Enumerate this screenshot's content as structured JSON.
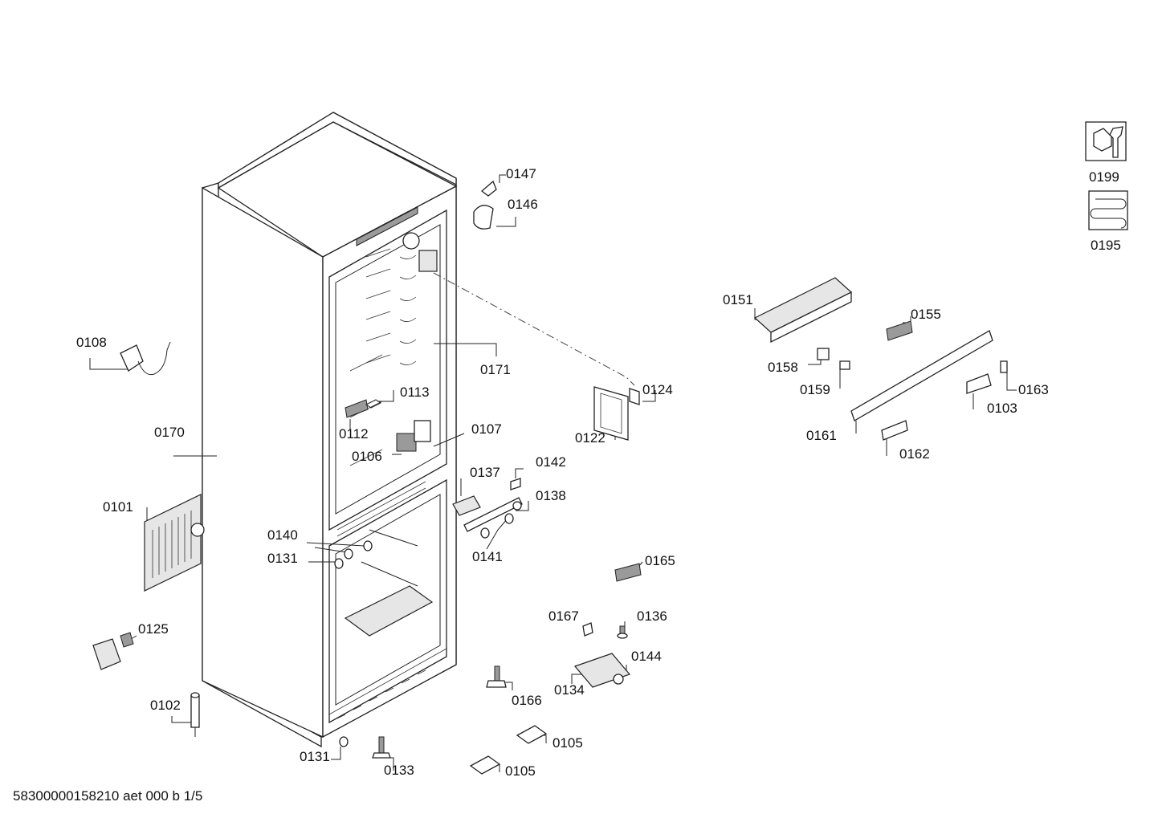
{
  "parts": {
    "p0101": "0101",
    "p0102": "0102",
    "p0103": "0103",
    "p0105a": "0105",
    "p0105b": "0105",
    "p0106": "0106",
    "p0107": "0107",
    "p0108": "0108",
    "p0112": "0112",
    "p0113": "0113",
    "p0122": "0122",
    "p0124": "0124",
    "p0125": "0125",
    "p0131a": "0131",
    "p0131b": "0131",
    "p0133": "0133",
    "p0134": "0134",
    "p0136": "0136",
    "p0137": "0137",
    "p0138": "0138",
    "p0140": "0140",
    "p0141": "0141",
    "p0142": "0142",
    "p0144": "0144",
    "p0146": "0146",
    "p0147": "0147",
    "p0151": "0151",
    "p0155": "0155",
    "p0158": "0158",
    "p0159": "0159",
    "p0161": "0161",
    "p0162": "0162",
    "p0163": "0163",
    "p0165": "0165",
    "p0166": "0166",
    "p0167": "0167",
    "p0170": "0170",
    "p0171": "0171",
    "p0195": "0195",
    "p0199": "0199"
  },
  "icons": {
    "tools": "wrench-nut-icon",
    "heater": "heating-coil-icon"
  },
  "footer": "58300000158210 aet 000 b 1/5"
}
